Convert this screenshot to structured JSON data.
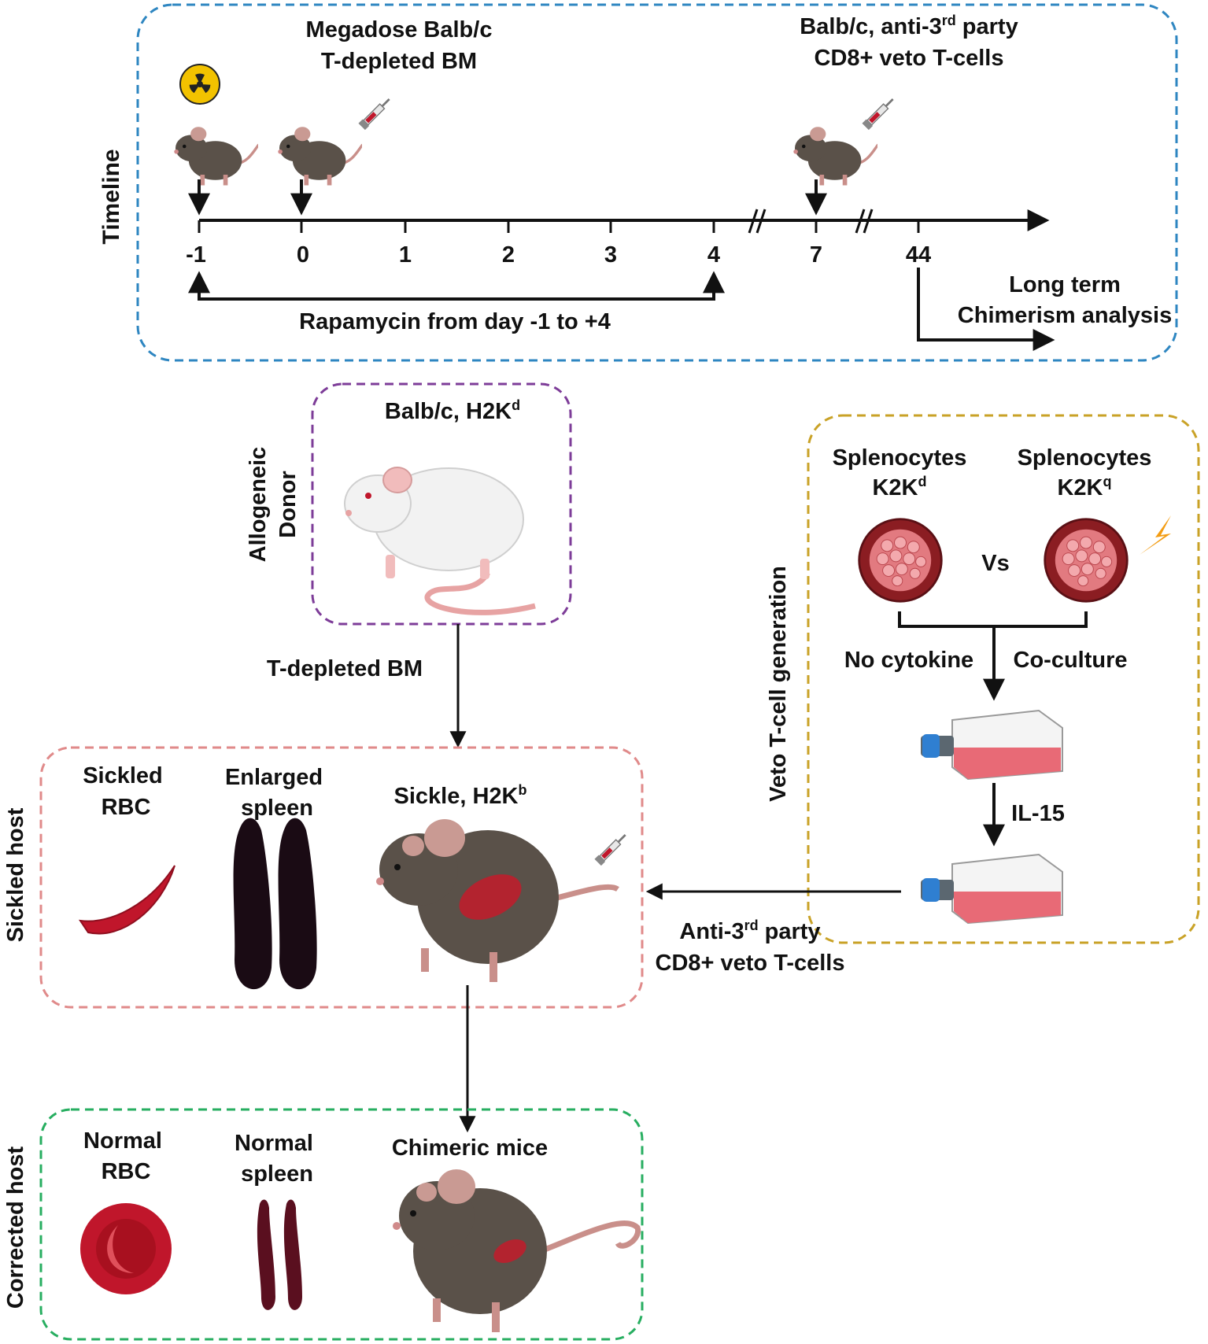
{
  "timeline": {
    "side_label": "Timeline",
    "bm_label_line1": "Megadose Balb/c",
    "bm_label_line2": "T-depleted BM",
    "veto_label_line1_pre": "Balb/c, anti-3",
    "veto_label_line1_sup": "rd",
    "veto_label_line1_post": " party",
    "veto_label_line2": "CD8+ veto T-cells",
    "ticks": [
      "-1",
      "0",
      "1",
      "2",
      "3",
      "4",
      "7",
      "44"
    ],
    "rapamycin_label": "Rapamycin from day -1 to +4",
    "long_term_line1": "Long term",
    "long_term_line2": "Chimerism analysis"
  },
  "donor": {
    "side_label_line1": "Allogeneic",
    "side_label_line2": "Donor",
    "title_pre": "Balb/c, H2K",
    "title_sup": "d",
    "arrow_label": "T-depleted BM"
  },
  "veto": {
    "side_label": "Veto T-cell generation",
    "left_line1": "Splenocytes",
    "left_line2_pre": "K2K",
    "left_line2_sup": "d",
    "right_line1": "Splenocytes",
    "right_line2_pre": "K2K",
    "right_line2_sup": "q",
    "vs": "Vs",
    "no_cytokine": "No cytokine",
    "coculture": "Co-culture",
    "il15": "IL-15",
    "output_line1_pre": "Anti-3",
    "output_line1_sup": "rd",
    "output_line1_post": " party",
    "output_line2": "CD8+ veto T-cells"
  },
  "sickled": {
    "side_label": "Sickled host",
    "rbc_line1": "Sickled",
    "rbc_line2": "RBC",
    "spleen_line1": "Enlarged",
    "spleen_line2": "spleen",
    "mouse_pre": "Sickle, H2K",
    "mouse_sup": "b"
  },
  "corrected": {
    "side_label": "Corrected host",
    "rbc_line1": "Normal",
    "rbc_line2": "RBC",
    "spleen_line1": "Normal",
    "spleen_line2": "spleen",
    "mouse": "Chimeric mice"
  },
  "colors": {
    "timeline_border": "#2e86c1",
    "donor_border": "#7d3c98",
    "veto_border": "#c9a227",
    "sickled_border": "#e08a8a",
    "corrected_border": "#27ae60",
    "rbc": "#c0162b",
    "mouse_dark": "#5a5149",
    "mouse_white": "#f2f2f2",
    "flask_medium": "#e86a76",
    "spleen_dark": "#1a0b14"
  }
}
